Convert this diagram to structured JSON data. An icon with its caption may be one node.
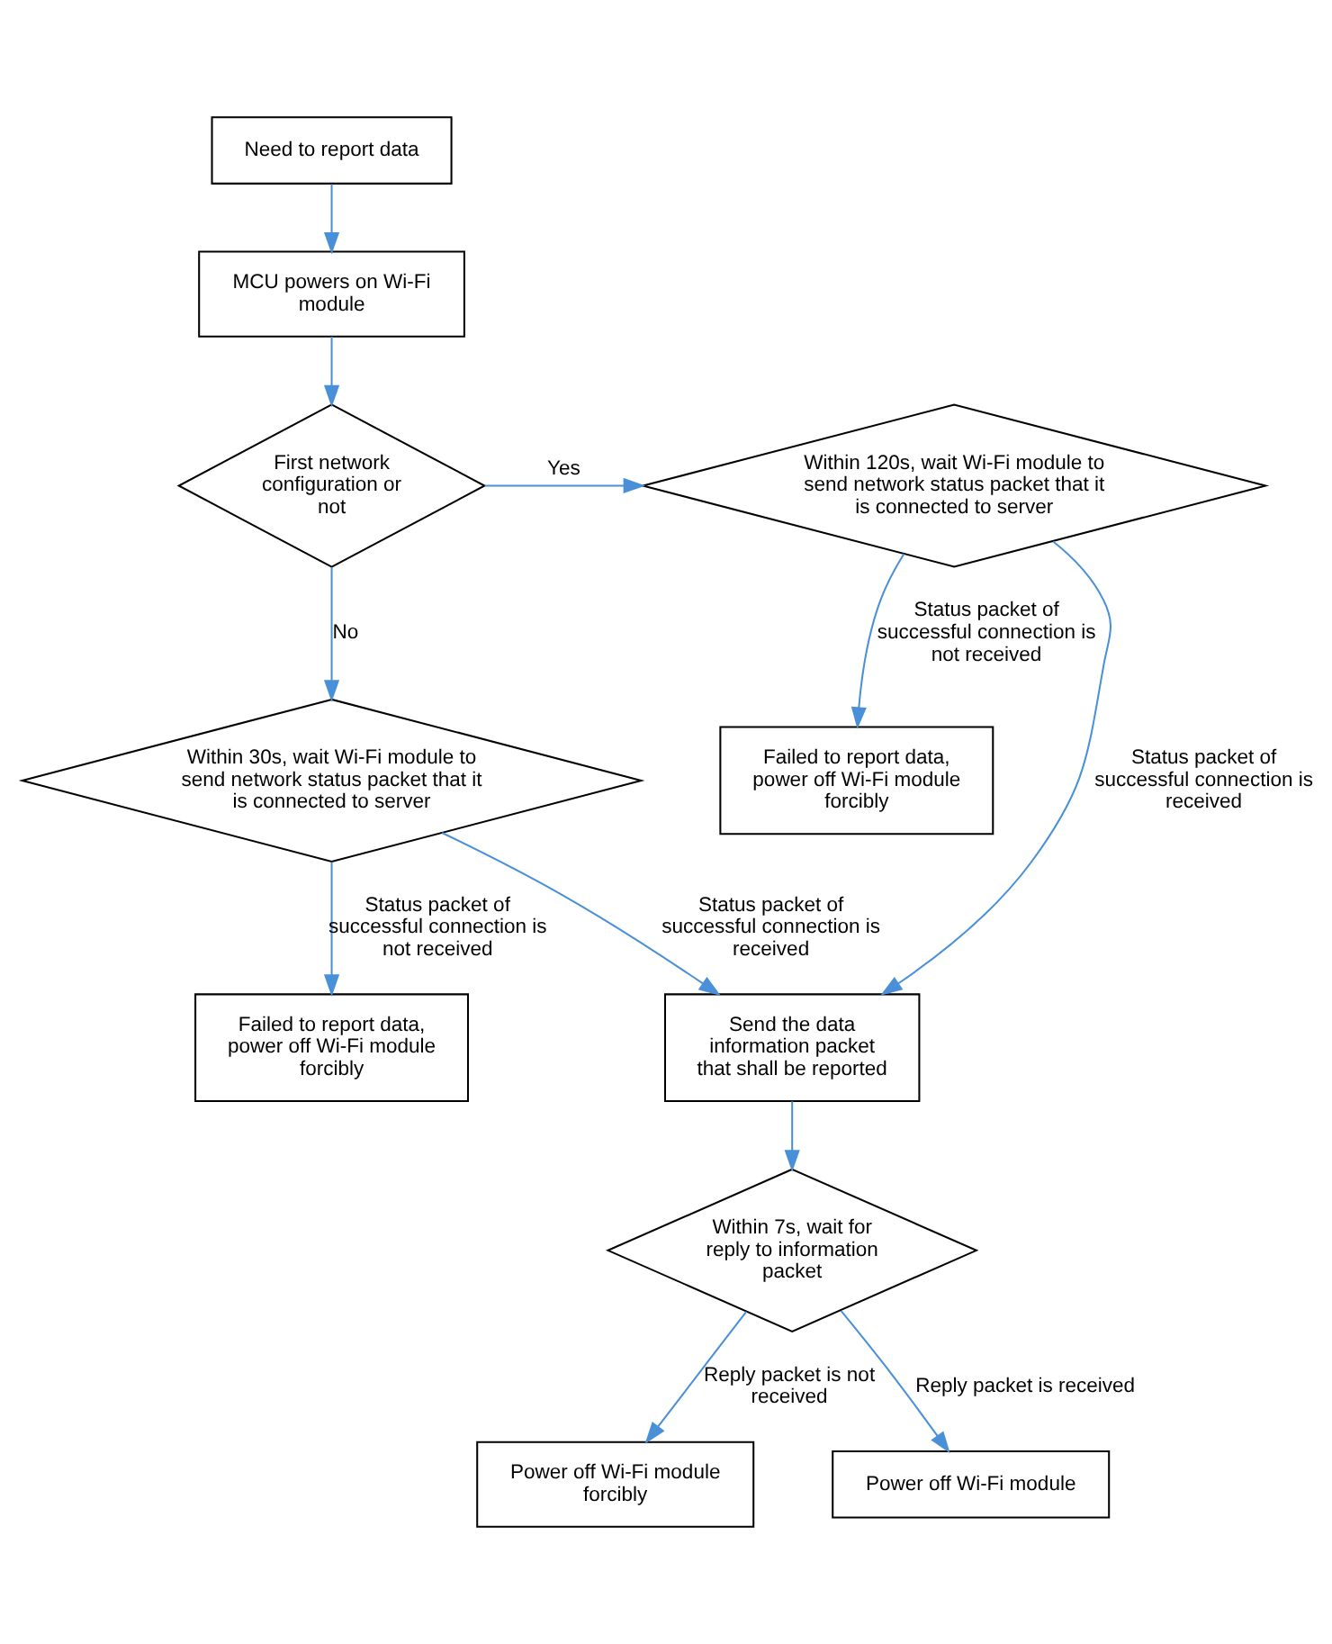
{
  "diagram": {
    "nodes": [
      {
        "text": [
          "Need to report data"
        ]
      },
      {
        "text": [
          "MCU powers on Wi-Fi module"
        ]
      },
      {
        "text": [
          "First network configuration or not"
        ]
      },
      {
        "text": [
          "Within 120s, wait Wi-Fi module to send network status packet that it is connected to server"
        ]
      },
      {
        "text": [
          "Failed to report data, power off Wi-Fi module forcibly"
        ]
      },
      {
        "text": [
          "Within 30s, wait Wi-Fi module to send network status packet that it is connected to server"
        ]
      },
      {
        "text": [
          "Failed to report data, power off Wi-Fi module forcibly"
        ]
      },
      {
        "text": [
          "Send the data information packet that shall be reported"
        ]
      },
      {
        "text": [
          "Within 7s, wait for reply to information packet"
        ]
      },
      {
        "text": [
          "Power off Wi-Fi module forcibly"
        ]
      },
      {
        "text": [
          "Power off Wi-Fi module"
        ]
      }
    ],
    "edges": [
      {
        "from": 0,
        "to": 1,
        "arrow": "to"
      },
      {
        "from": 1,
        "to": 2,
        "arrow": "to"
      },
      {
        "from": 2,
        "to": 3,
        "arrow": "to",
        "label": "Yes"
      },
      {
        "from": 2,
        "to": 5,
        "arrow": "to",
        "label": "No"
      },
      {
        "from": 3,
        "to": 4,
        "arrow": "to",
        "label": "Status packet of successful connection is not received"
      },
      {
        "from": 3,
        "to": 7,
        "arrow": "to",
        "label": "Status packet of successful connection is received"
      },
      {
        "from": 5,
        "to": 6,
        "arrow": "to",
        "label": "Status packet of successful connection is not received"
      },
      {
        "from": 5,
        "to": 7,
        "arrow": "to",
        "label": "Status packet of successful connection is received"
      },
      {
        "from": 7,
        "to": 8,
        "arrow": "to"
      },
      {
        "from": 8,
        "to": 9,
        "arrow": "to",
        "label": "Reply packet is not received"
      },
      {
        "from": 8,
        "to": 10,
        "arrow": "to",
        "label": "Reply packet is received"
      }
    ]
  }
}
